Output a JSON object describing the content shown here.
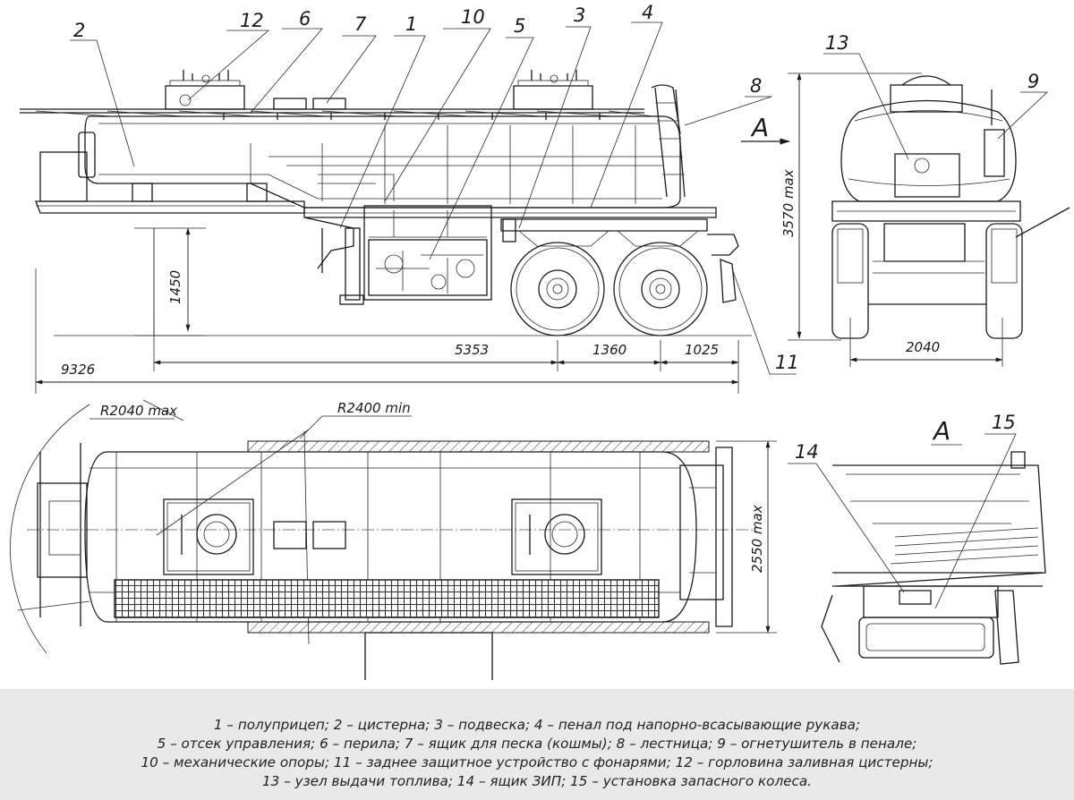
{
  "callouts": [
    "1",
    "2",
    "3",
    "4",
    "5",
    "6",
    "7",
    "8",
    "9",
    "10",
    "11",
    "12",
    "13",
    "14",
    "15"
  ],
  "dimensions": {
    "height_1450": "1450",
    "wheelbase_5353": "5353",
    "axle_1360": "1360",
    "rear_1025": "1025",
    "length_9326": "9326",
    "height_3570": "3570 max",
    "track_2040": "2040",
    "width_2550": "2550 max",
    "radius_2040": "R2040 max",
    "radius_2400": "R2400 min"
  },
  "views": {
    "view_a_arrow": "A",
    "view_a_title": "A"
  },
  "legend": [
    "1 – полуприцеп; 2 – цистерна; 3 – подвеска; 4 – пенал под напорно-всасывающие рукава;",
    "5 – отсек управления; 6 – перила; 7 – ящик для песка (кошмы); 8 – лестница; 9 – огнетушитель в пенале;",
    "10 – механические опоры; 11 – заднее защитное устройство с фонарями; 12 – горловина заливная цистерны;",
    "13 – узел выдачи топлива; 14 – ящик ЗИП; 15 – установка запасного колеса."
  ]
}
